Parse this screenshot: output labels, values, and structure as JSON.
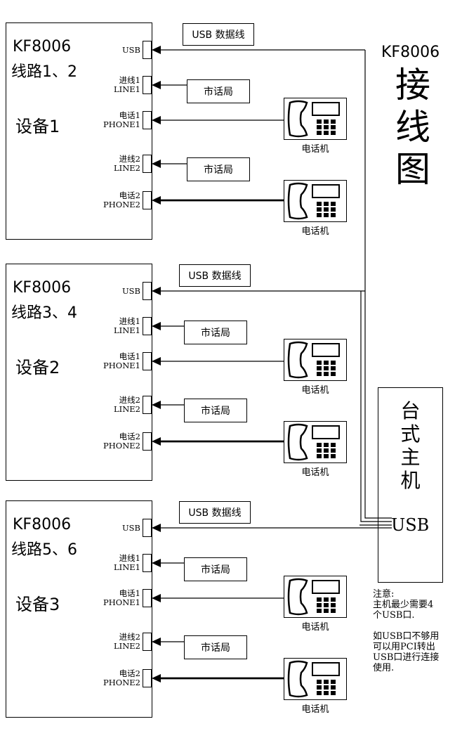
{
  "title": {
    "model": "KF8006",
    "chars": [
      "接",
      "线",
      "图"
    ]
  },
  "devices": [
    {
      "model": "KF8006",
      "lines": "线路1、2",
      "name": "设备1",
      "ports": {
        "usb": "USB",
        "line1_cn": "进线1",
        "line1_en": "LINE1",
        "phone1_cn": "电话1",
        "phone1_en": "PHONE1",
        "line2_cn": "进线2",
        "line2_en": "LINE2",
        "phone2_cn": "电话2",
        "phone2_en": "PHONE2"
      },
      "usb_cable": "USB 数据线",
      "exchange": "市话局",
      "phone": "电话机"
    },
    {
      "model": "KF8006",
      "lines": "线路3、4",
      "name": "设备2",
      "ports": {
        "usb": "USB",
        "line1_cn": "进线1",
        "line1_en": "LINE1",
        "phone1_cn": "电话1",
        "phone1_en": "PHONE1",
        "line2_cn": "进线2",
        "line2_en": "LINE2",
        "phone2_cn": "电话2",
        "phone2_en": "PHONE2"
      },
      "usb_cable": "USB 数据线",
      "exchange": "市话局",
      "phone": "电话机"
    },
    {
      "model": "KF8006",
      "lines": "线路5、6",
      "name": "设备3",
      "ports": {
        "usb": "USB",
        "line1_cn": "进线1",
        "line1_en": "LINE1",
        "phone1_cn": "电话1",
        "phone1_en": "PHONE1",
        "line2_cn": "进线2",
        "line2_en": "LINE2",
        "phone2_cn": "电话2",
        "phone2_en": "PHONE2"
      },
      "usb_cable": "USB 数据线",
      "exchange": "市话局",
      "phone": "电话机"
    }
  ],
  "host": {
    "chars": [
      "台",
      "式",
      "主",
      "机"
    ],
    "usb": "USB"
  },
  "note": {
    "lines": [
      "注意:",
      "主机最少需要4",
      "个USB口.",
      "",
      "如USB口不够用",
      "可以用PCI转出",
      "USB口进行连接",
      "使用."
    ]
  }
}
